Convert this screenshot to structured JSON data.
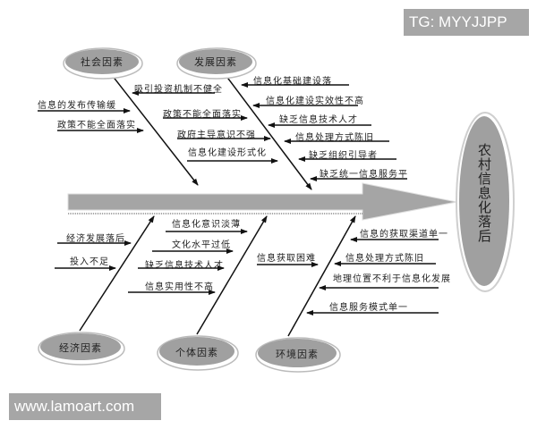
{
  "watermarks": {
    "top_right": "TG: MYYJJPP",
    "bottom_left": "www.lamoart.com"
  },
  "colors": {
    "ellipse_fill": "#a0a0a0",
    "ellipse_rim": "#ffffff",
    "spine_fill": "#a5a5a5",
    "line": "#111111"
  },
  "effect": {
    "label": "农村信息化落后"
  },
  "categories": {
    "social": {
      "label": "社会因素",
      "causes": [
        "吸引投资机制不健全",
        "信息的发布传输缓",
        "政策不能全面落实"
      ]
    },
    "development": {
      "label": "发展因素",
      "left_causes": [
        "政策不能全面落实",
        "政府主导意识不强",
        "信息化建设形式化"
      ],
      "right_causes": [
        "信息化基础建设落",
        "信息化建设实效性不高",
        "缺乏信息技术人才",
        "信息处理方式陈旧",
        "缺乏组织引导者",
        "缺乏统一信息服务平"
      ]
    },
    "economic": {
      "label": "经济因素",
      "causes": [
        "经济发展落后",
        "投入不足"
      ]
    },
    "individual": {
      "label": "个体因素",
      "causes": [
        "信息化意识淡薄",
        "文化水平过低",
        "缺乏信息技术人才",
        "信息实用性不高"
      ]
    },
    "environment": {
      "label": "环境因素",
      "left_causes": [
        "信息获取困难"
      ],
      "right_causes": [
        "信息的获取渠道单一",
        "信息处理方式陈旧",
        "地理位置不利于信息化发展",
        "信息服务模式单一"
      ]
    }
  }
}
